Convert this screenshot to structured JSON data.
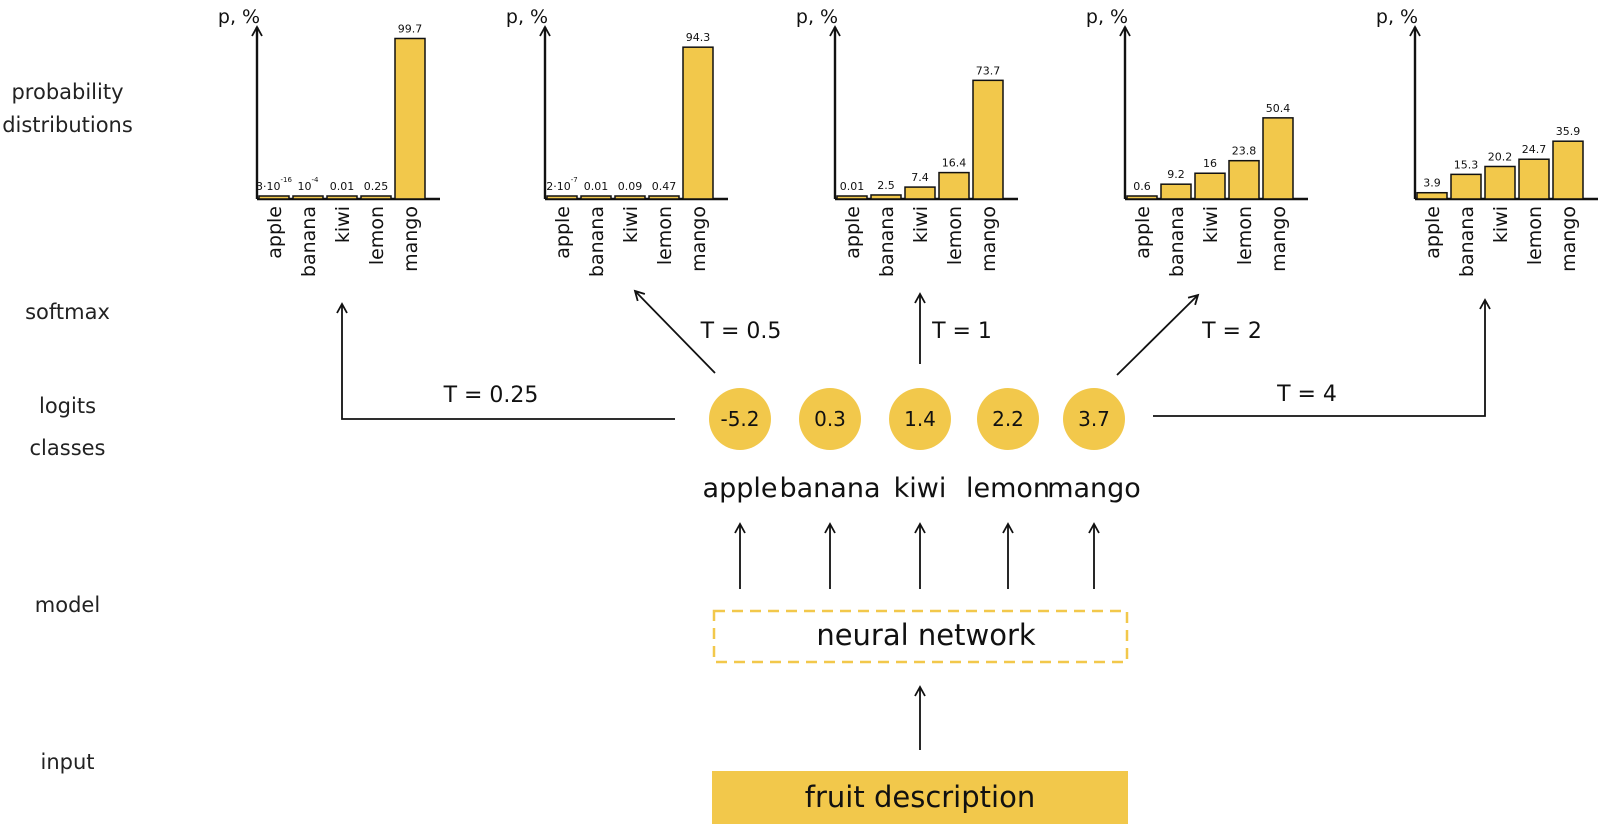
{
  "row_labels": {
    "probability": "probability\ndistributions",
    "softmax": "softmax",
    "logits": "logits",
    "classes": "classes",
    "model": "model",
    "input": "input"
  },
  "input_label": "fruit description",
  "model_label": "neural network",
  "colors": {
    "accent": "#F2C84B",
    "ink": "#111111",
    "dashed": "#F2C84B"
  },
  "classes": [
    "apple",
    "banana",
    "kiwi",
    "lemon",
    "mango"
  ],
  "logits": [
    "-5.2",
    "0.3",
    "1.4",
    "2.2",
    "3.7"
  ],
  "temperatures": [
    "T = 0.25",
    "T = 0.5",
    "T = 1",
    "T = 2",
    "T = 4"
  ],
  "chart_data": [
    {
      "type": "bar",
      "ylabel": "p, %",
      "temperature": "T = 0.25",
      "categories": [
        "apple",
        "banana",
        "kiwi",
        "lemon",
        "mango"
      ],
      "values": [
        3e-16,
        0.0001,
        0.01,
        0.25,
        99.7
      ],
      "value_labels": [
        {
          "base": "3·10",
          "exp": "-16"
        },
        {
          "base": "10",
          "exp": "-4"
        },
        {
          "base": "0.01",
          "exp": ""
        },
        {
          "base": "0.25",
          "exp": ""
        },
        {
          "base": "99.7",
          "exp": ""
        }
      ]
    },
    {
      "type": "bar",
      "ylabel": "p, %",
      "temperature": "T = 0.5",
      "categories": [
        "apple",
        "banana",
        "kiwi",
        "lemon",
        "mango"
      ],
      "values": [
        2e-07,
        0.01,
        0.09,
        0.47,
        94.3
      ],
      "value_labels": [
        {
          "base": "2·10",
          "exp": "-7"
        },
        {
          "base": "0.01",
          "exp": ""
        },
        {
          "base": "0.09",
          "exp": ""
        },
        {
          "base": "0.47",
          "exp": ""
        },
        {
          "base": "94.3",
          "exp": ""
        }
      ]
    },
    {
      "type": "bar",
      "ylabel": "p, %",
      "temperature": "T = 1",
      "categories": [
        "apple",
        "banana",
        "kiwi",
        "lemon",
        "mango"
      ],
      "values": [
        0.01,
        2.5,
        7.4,
        16.4,
        73.7
      ],
      "value_labels": [
        {
          "base": "0.01",
          "exp": ""
        },
        {
          "base": "2.5",
          "exp": ""
        },
        {
          "base": "7.4",
          "exp": ""
        },
        {
          "base": "16.4",
          "exp": ""
        },
        {
          "base": "73.7",
          "exp": ""
        }
      ]
    },
    {
      "type": "bar",
      "ylabel": "p, %",
      "temperature": "T = 2",
      "categories": [
        "apple",
        "banana",
        "kiwi",
        "lemon",
        "mango"
      ],
      "values": [
        0.6,
        9.2,
        16,
        23.8,
        50.4
      ],
      "value_labels": [
        {
          "base": "0.6",
          "exp": ""
        },
        {
          "base": "9.2",
          "exp": ""
        },
        {
          "base": "16",
          "exp": ""
        },
        {
          "base": "23.8",
          "exp": ""
        },
        {
          "base": "50.4",
          "exp": ""
        }
      ]
    },
    {
      "type": "bar",
      "ylabel": "p, %",
      "temperature": "T = 4",
      "categories": [
        "apple",
        "banana",
        "kiwi",
        "lemon",
        "mango"
      ],
      "values": [
        3.9,
        15.3,
        20.2,
        24.7,
        35.9
      ],
      "value_labels": [
        {
          "base": "3.9",
          "exp": ""
        },
        {
          "base": "15.3",
          "exp": ""
        },
        {
          "base": "20.2",
          "exp": ""
        },
        {
          "base": "24.7",
          "exp": ""
        },
        {
          "base": "35.9",
          "exp": ""
        }
      ]
    }
  ]
}
